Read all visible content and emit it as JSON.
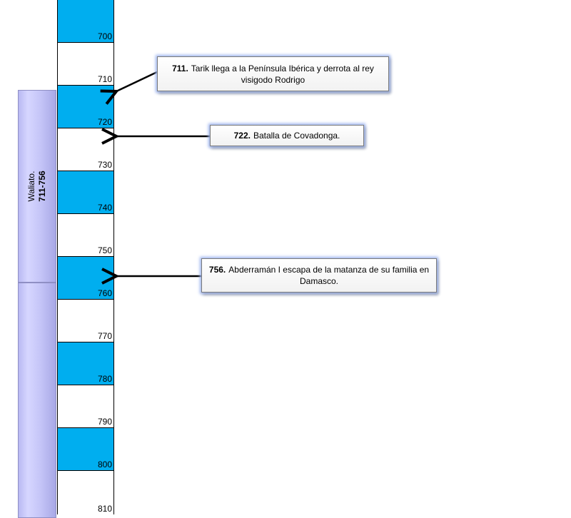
{
  "timeline": {
    "years": [
      "700",
      "710",
      "720",
      "730",
      "740",
      "750",
      "760",
      "770",
      "780",
      "790",
      "800",
      "810"
    ]
  },
  "period": {
    "name": "Waliato.",
    "years": "711-756"
  },
  "events": [
    {
      "year": "711.",
      "text": "Tarik llega a la Península Ibérica  y derrota al rey visigodo Rodrigo"
    },
    {
      "year": "722.",
      "text": "Batalla de Covadonga."
    },
    {
      "year": "756.",
      "text": "Abderramán I escapa de la matanza de su familia en Damasco."
    }
  ],
  "colors": {
    "blue_band": "#00aeef",
    "period_fill": "#c4c4f7"
  }
}
